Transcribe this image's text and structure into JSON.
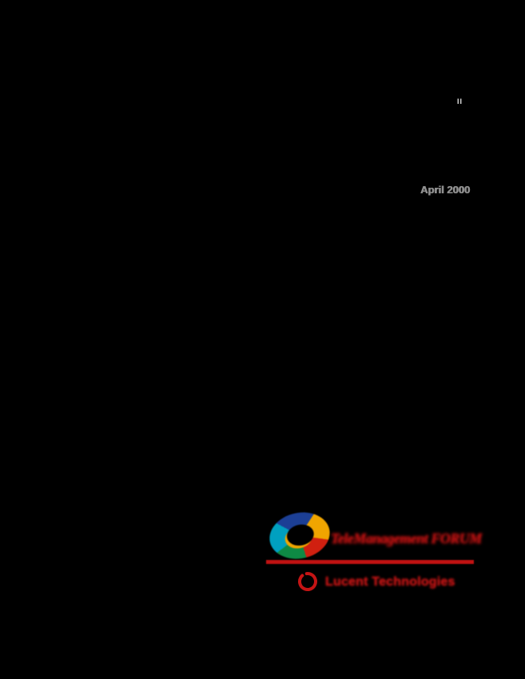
{
  "page": {
    "corner_mark": "II",
    "date": "April 2000"
  },
  "footer": {
    "org_wordmark": "TeleManagement FORUM",
    "partner_wordmark": "Lucent Technologies"
  },
  "icons": {
    "swirl_logo": "multicolor-swirl-ring-logo",
    "ring_logo": "red-brush-ring-logo"
  },
  "colors": {
    "page_bg": "#000000",
    "mark_white": "#e6e6e6",
    "date_gray": "#8f8f8f",
    "accent": "#c01212",
    "accent2": "#c41414",
    "logo_blue": "#1c3f95",
    "logo_teal": "#00a0c0",
    "logo_green": "#0e8a44",
    "logo_red": "#d02010",
    "logo_yellow": "#f0a500"
  }
}
